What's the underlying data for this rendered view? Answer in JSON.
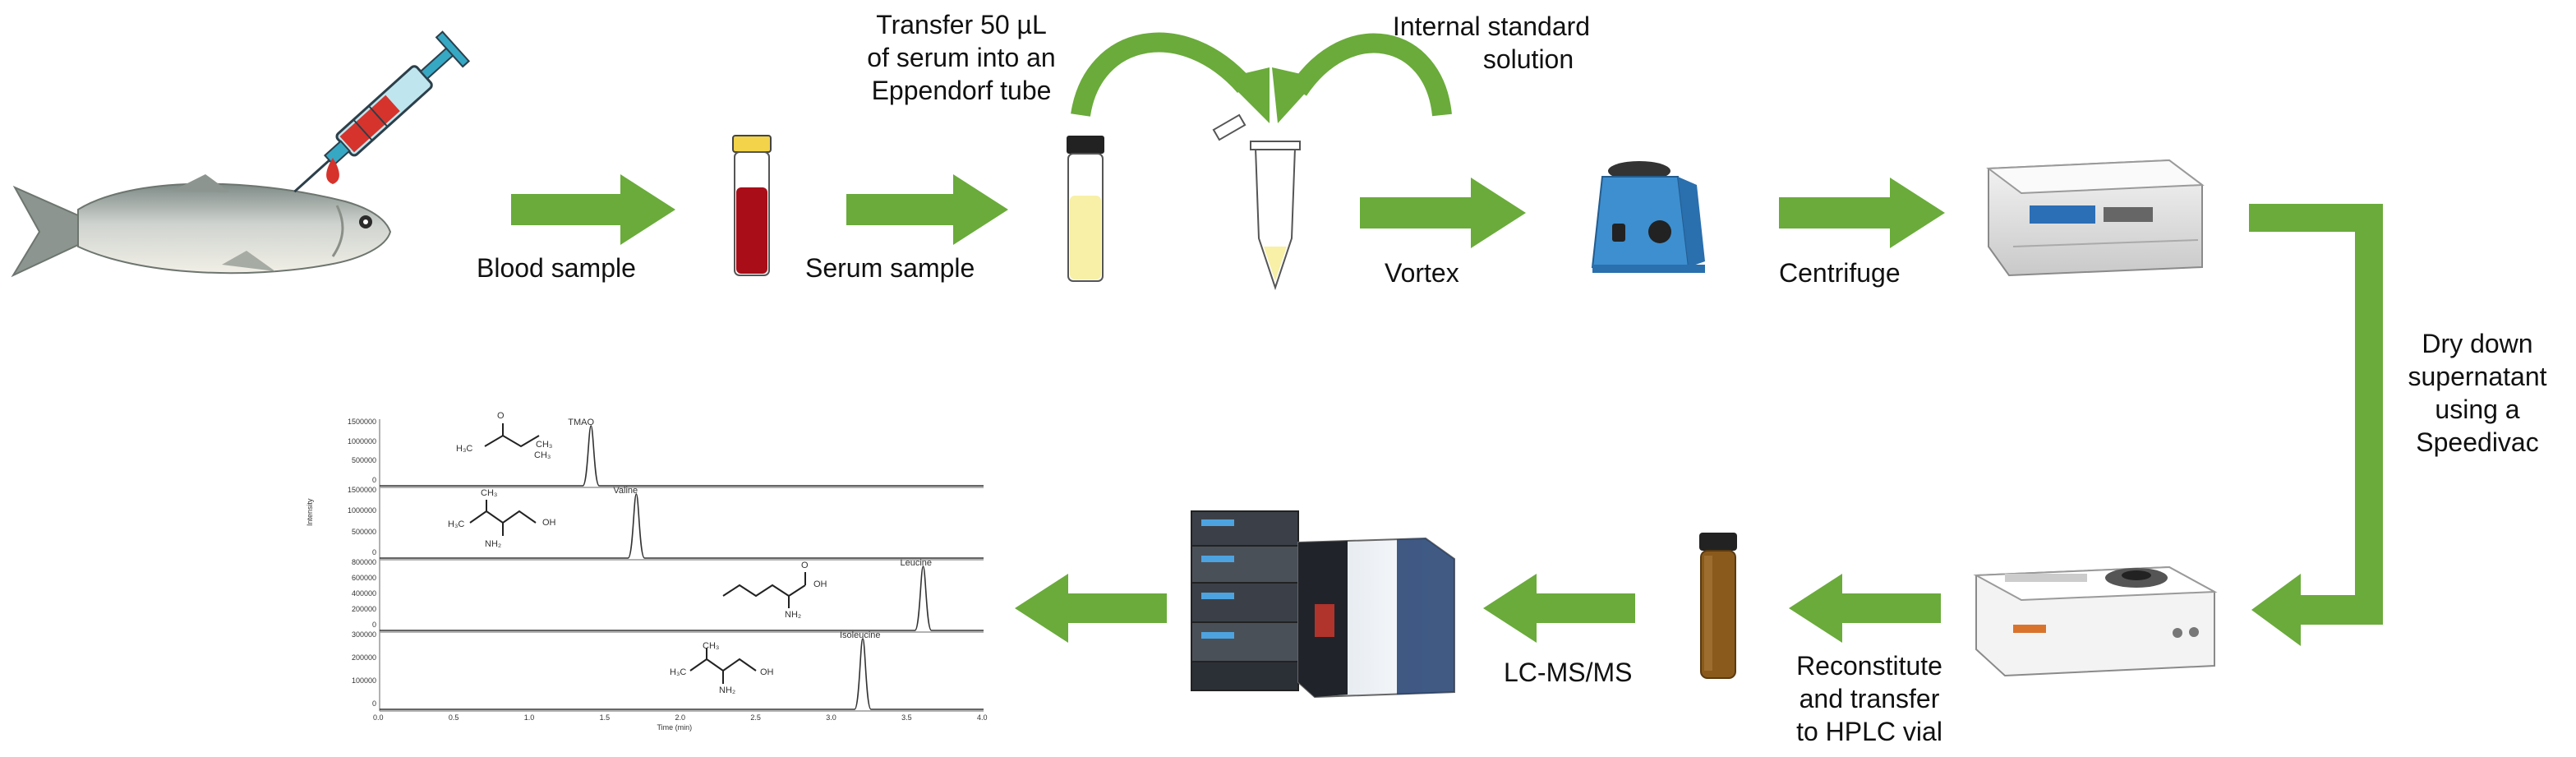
{
  "labels": {
    "transfer_line1": "Transfer  50  µL",
    "transfer_line2": "of serum into an",
    "transfer_line3": "Eppendorf tube",
    "internal_line1": "Internal standard",
    "internal_line2": "solution",
    "blood_sample": "Blood sample",
    "serum_sample": "Serum sample",
    "vortex": "Vortex",
    "centrifuge": "Centrifuge",
    "dry_line1": "Dry down",
    "dry_line2": "supernatant",
    "dry_line3": "using a",
    "dry_line4": "Speedivac",
    "lcms": "LC-MS/MS",
    "recon_line1": "Reconstitute",
    "recon_line2": "and transfer",
    "recon_line3": "to HPLC vial"
  },
  "chromatogram": {
    "ylabel": "Intensity",
    "xlabel": "Time (min)",
    "x_ticks": [
      "0.0",
      "0.5",
      "1.0",
      "1.5",
      "2.0",
      "2.5",
      "3.0",
      "3.5",
      "4.0"
    ],
    "panels": [
      {
        "compound": "TMAO",
        "yticks": [
          "1500000",
          "1000000",
          "500000",
          "0"
        ],
        "peak_time": 1.4
      },
      {
        "compound": "Valine",
        "yticks": [
          "1500000",
          "1000000",
          "500000",
          "0"
        ],
        "peak_time": 1.7
      },
      {
        "compound": "Leucine",
        "yticks": [
          "800000",
          "600000",
          "400000",
          "200000",
          "0"
        ],
        "peak_time": 3.6
      },
      {
        "compound": "Isoleucine",
        "yticks": [
          "300000",
          "200000",
          "100000",
          "0"
        ],
        "peak_time": 3.2
      }
    ],
    "structure_text": {
      "tmao": [
        "O",
        "H₃C",
        "CH₃",
        "CH₃"
      ],
      "valine": [
        "CH₃",
        "H₃C",
        "OH",
        "NH₂"
      ],
      "leucine": [
        "O",
        "OH",
        "NH₂"
      ],
      "isoleucine": [
        "CH₃",
        "H₃C",
        "OH",
        "NH₂"
      ]
    }
  },
  "colors": {
    "arrow_green": "#6aab3b",
    "blood_red": "#a80d18",
    "serum_yellow": "#f7f0a6",
    "reconstituted_brown": "#8a5a1c",
    "vortex_blue": "#3d8fd0"
  }
}
